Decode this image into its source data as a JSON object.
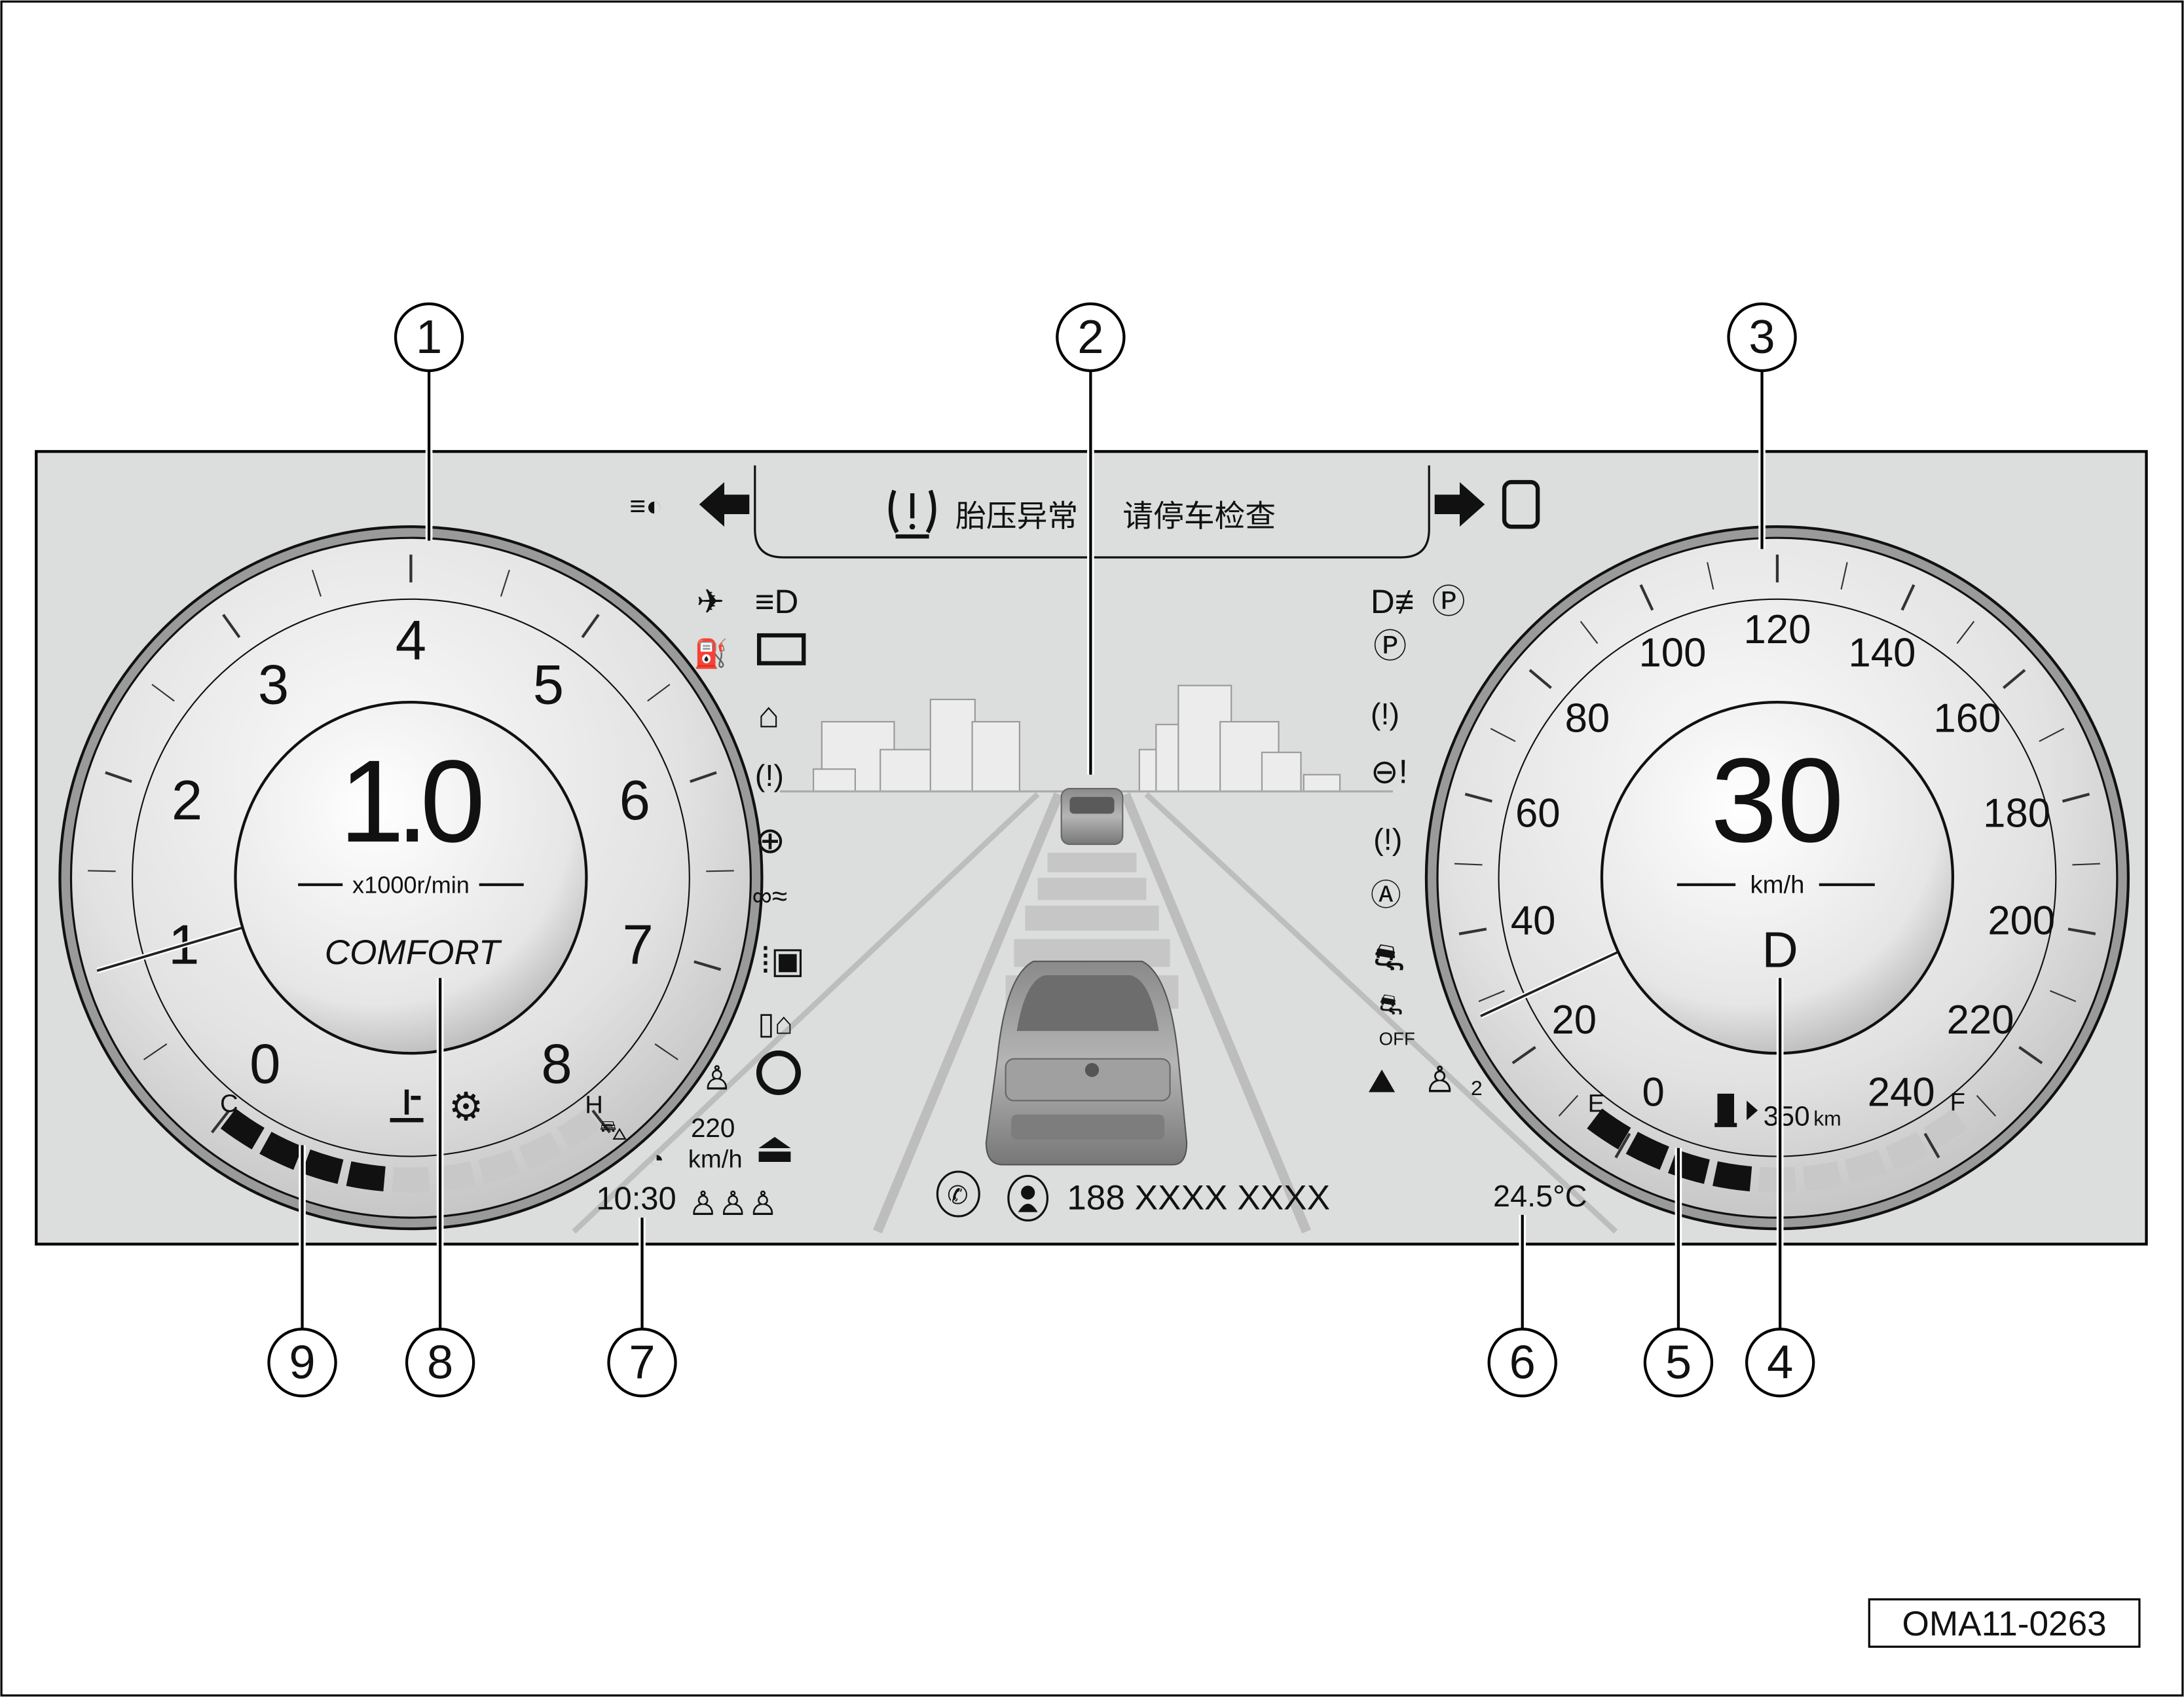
{
  "document_code": "OMA11-0263",
  "callouts": [
    "1",
    "2",
    "3",
    "4",
    "5",
    "6",
    "7",
    "8",
    "9"
  ],
  "alert": {
    "title": "胎压异常",
    "action": "请停车检查"
  },
  "tachometer": {
    "labels": [
      "0",
      "1",
      "2",
      "3",
      "4",
      "5",
      "6",
      "7",
      "8"
    ],
    "value": "1.0",
    "unit": "x1000r/min",
    "drive_mode": "COMFORT",
    "needle_value": 1.0
  },
  "speedometer": {
    "labels": [
      "0",
      "20",
      "40",
      "60",
      "80",
      "100",
      "120",
      "140",
      "160",
      "180",
      "200",
      "220",
      "240"
    ],
    "value": "30",
    "unit": "km/h",
    "gear": "D",
    "needle_value": 28
  },
  "coolant_gauge": {
    "cold": "C",
    "hot": "H",
    "level_segments": 4,
    "total_segments": 9
  },
  "fuel_gauge": {
    "empty": "E",
    "full": "F",
    "level_segments": 4,
    "total_segments": 9,
    "range_value": "350",
    "range_unit": "km"
  },
  "cruise": {
    "set_speed": "220",
    "unit": "km/h"
  },
  "clock": "10:30",
  "outside_temp": "24.5°C",
  "phone": {
    "number": "188 XXXX XXXX"
  },
  "esc_off_label": "OFF",
  "seatbelt_row_label": "2",
  "colors": {
    "panel": "#dcdddd",
    "ink": "#111111",
    "inactive_segment": "#c8c8c8"
  }
}
